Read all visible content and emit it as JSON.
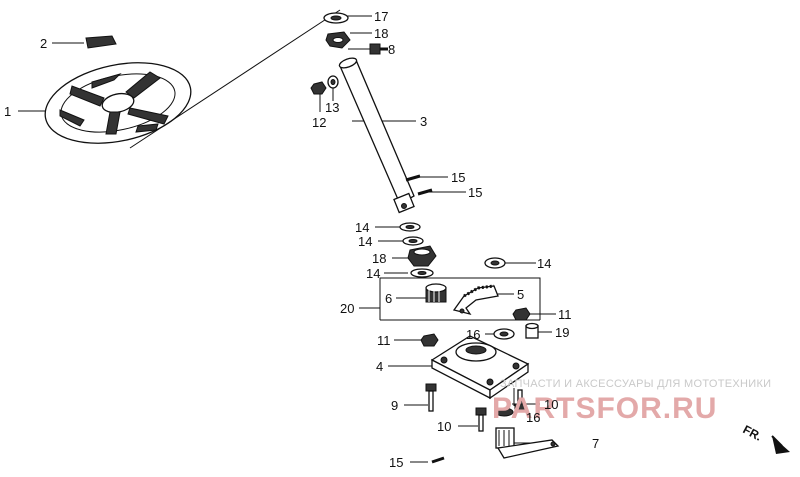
{
  "callouts": [
    {
      "id": "1",
      "label": "1"
    },
    {
      "id": "2",
      "label": "2"
    },
    {
      "id": "3",
      "label": "3"
    },
    {
      "id": "4",
      "label": "4"
    },
    {
      "id": "5",
      "label": "5"
    },
    {
      "id": "6",
      "label": "6"
    },
    {
      "id": "7",
      "label": "7"
    },
    {
      "id": "8",
      "label": "8"
    },
    {
      "id": "9",
      "label": "9"
    },
    {
      "id": "10a",
      "label": "10"
    },
    {
      "id": "10b",
      "label": "10"
    },
    {
      "id": "11a",
      "label": "11"
    },
    {
      "id": "11b",
      "label": "11"
    },
    {
      "id": "12",
      "label": "12"
    },
    {
      "id": "13",
      "label": "13"
    },
    {
      "id": "14a",
      "label": "14"
    },
    {
      "id": "14b",
      "label": "14"
    },
    {
      "id": "14c",
      "label": "14"
    },
    {
      "id": "14d",
      "label": "14"
    },
    {
      "id": "15a",
      "label": "15"
    },
    {
      "id": "15b",
      "label": "15"
    },
    {
      "id": "15c",
      "label": "15"
    },
    {
      "id": "16a",
      "label": "16"
    },
    {
      "id": "16b",
      "label": "16"
    },
    {
      "id": "17",
      "label": "17"
    },
    {
      "id": "18a",
      "label": "18"
    },
    {
      "id": "18b",
      "label": "18"
    },
    {
      "id": "19",
      "label": "19"
    },
    {
      "id": "20",
      "label": "20"
    }
  ],
  "watermark": {
    "caption": "ЗАПЧАСТИ И АКСЕССУАРЫ ДЛЯ МОТОТЕХНИКИ",
    "logo": "PARTSFOR.RU"
  },
  "direction": {
    "label": "FR."
  },
  "colors": {
    "line": "#111111",
    "watermark_logo": "#e3a9a9",
    "watermark_caption": "#c9c9c9"
  }
}
